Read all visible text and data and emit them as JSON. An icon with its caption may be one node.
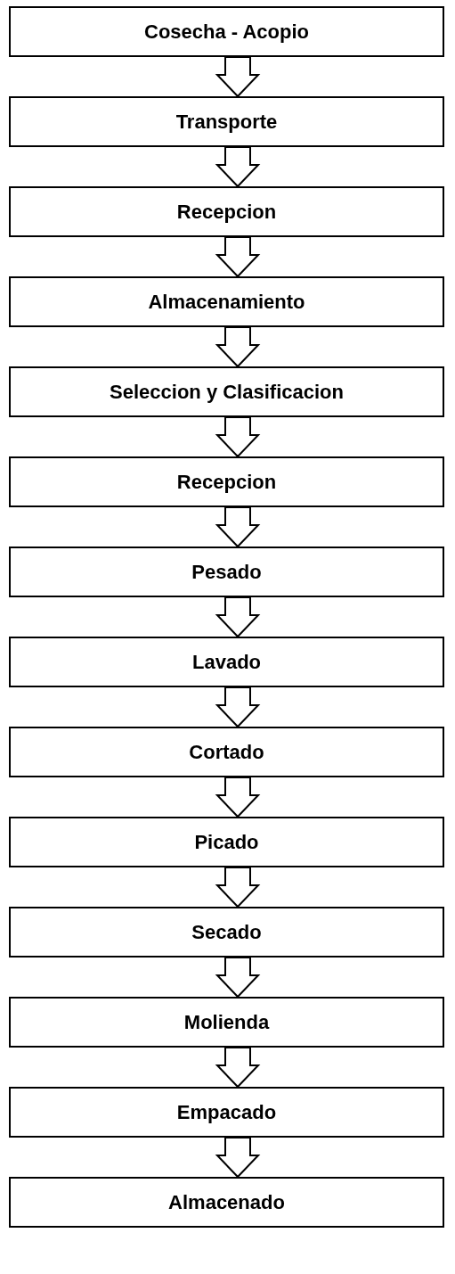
{
  "diagram": {
    "nodes": [
      {
        "text": [
          "Cosecha - Acopio"
        ]
      },
      {
        "text": [
          "Transporte"
        ]
      },
      {
        "text": [
          "Recepcion"
        ]
      },
      {
        "text": [
          "Almacenamiento"
        ]
      },
      {
        "text": [
          "Seleccion y Clasificacion"
        ]
      },
      {
        "text": [
          "Recepcion"
        ]
      },
      {
        "text": [
          "Pesado"
        ]
      },
      {
        "text": [
          "Lavado"
        ]
      },
      {
        "text": [
          "Cortado"
        ]
      },
      {
        "text": [
          "Picado"
        ]
      },
      {
        "text": [
          "Secado"
        ]
      },
      {
        "text": [
          "Molienda"
        ]
      },
      {
        "text": [
          "Empacado"
        ]
      },
      {
        "text": [
          "Almacenado"
        ]
      }
    ],
    "edges": [
      {
        "from": 0,
        "to": 1,
        "arrow": "to"
      },
      {
        "from": 1,
        "to": 2,
        "arrow": "to"
      },
      {
        "from": 2,
        "to": 3,
        "arrow": "to"
      },
      {
        "from": 3,
        "to": 4,
        "arrow": "to"
      },
      {
        "from": 4,
        "to": 5,
        "arrow": "to"
      },
      {
        "from": 5,
        "to": 6,
        "arrow": "to"
      },
      {
        "from": 6,
        "to": 7,
        "arrow": "to"
      },
      {
        "from": 7,
        "to": 8,
        "arrow": "to"
      },
      {
        "from": 8,
        "to": 9,
        "arrow": "to"
      },
      {
        "from": 9,
        "to": 10,
        "arrow": "to"
      },
      {
        "from": 10,
        "to": 11,
        "arrow": "to"
      },
      {
        "from": 11,
        "to": 12,
        "arrow": "to"
      },
      {
        "from": 12,
        "to": 13,
        "arrow": "to"
      }
    ]
  }
}
